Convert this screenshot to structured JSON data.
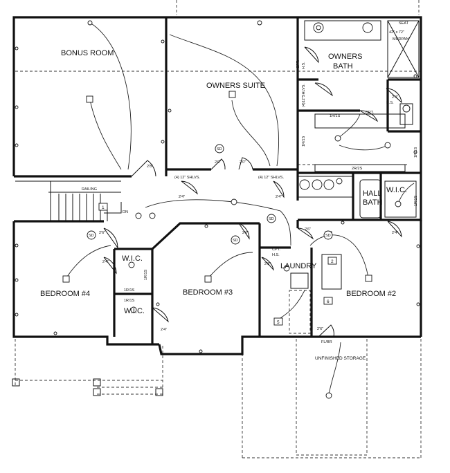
{
  "rooms": {
    "bonus_room": "BONUS ROOM",
    "owners_suite": "OWNERS SUITE",
    "owners_bath_1": "OWNERS",
    "owners_bath_2": "BATH",
    "hall_bath_1": "HALL",
    "hall_bath_2": "BATH",
    "wic_right": "W.I.C.",
    "wic_upper_left": "W.I.C.",
    "wic_lower_left": "W.I.C.",
    "bedroom4": "BEDROOM #4",
    "bedroom3": "BEDROOM #3",
    "bedroom2": "BEDROOM #2",
    "laundry": "LAUNDRY",
    "unfinished_storage": "UNFINISHED STORAGE"
  },
  "labels": {
    "seat": "SEAT",
    "mudpan_size": "42\" x 72\"",
    "mudpan": "MUDPAN",
    "cpt_bath": "CPT.",
    "hs_bath": "H.S.",
    "cpt_hall": "CPT.",
    "hs_hall": "H.S.",
    "shelves_4_12": "(4)12\"SHLVS.",
    "shlvs_left": "(4) 12\" SHLVS.",
    "shlvs_mid": "(4) 12\" SHLVS.",
    "railing": "RAILING",
    "dn": "DN",
    "rod_shelf_1": "1R/1S",
    "rod_shelf_2": "1R/1S",
    "rod_shelf_3": "1R/1S",
    "rod_shelf_4": "1R/1S",
    "rod_shelf_5": "1R/1S",
    "rod_shelf_6": "1R/1S",
    "rod_shelf_7": "1R/1S",
    "rod_shelf_2r": "2R/2S",
    "fl_br": "FL/BR",
    "door_28": "2'8\"",
    "door_20": "2'0\"",
    "door_24": "2'4\"",
    "door_26": "2'6\"",
    "smoke": "SD",
    "note_1": "1",
    "note_2": "2",
    "note_5": "5",
    "note_6": "6"
  }
}
